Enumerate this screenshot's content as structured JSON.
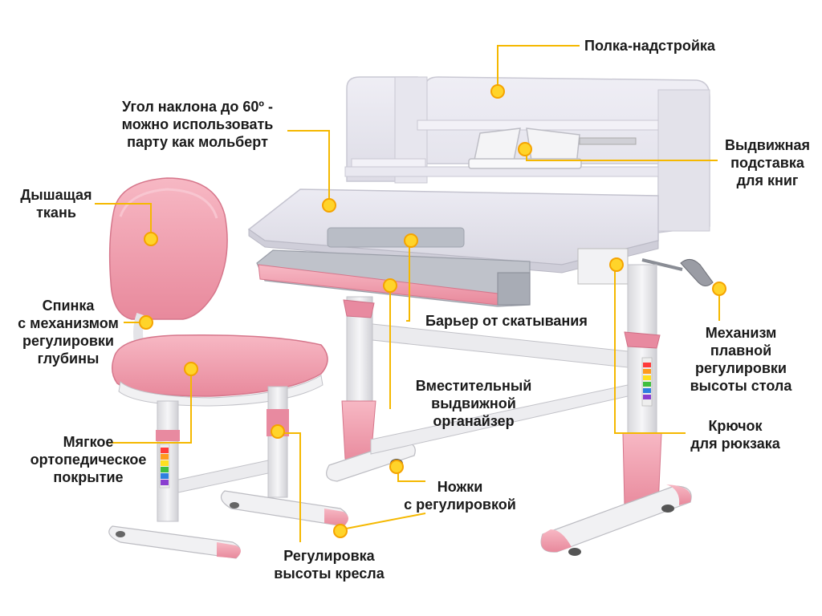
{
  "accent_color": "#f5b800",
  "labels": {
    "shelf": [
      "Полка-надстройка"
    ],
    "tilt": [
      "Угол наклона до 60º -",
      "можно использовать",
      "парту как мольберт"
    ],
    "book_stand": [
      "Выдвижная",
      "подставка",
      "для книг"
    ],
    "fabric": [
      "Дышащая",
      "ткань"
    ],
    "back": [
      "Спинка",
      "с механизмом",
      "регулировки",
      "глубины"
    ],
    "barrier": [
      "Барьер от скатывания"
    ],
    "mechanism": [
      "Механизм",
      "плавной",
      "регулировки",
      "высоты стола"
    ],
    "organizer": [
      "Вместительный",
      "выдвижной",
      "органайзер"
    ],
    "hook": [
      "Крючок",
      "для рюкзака"
    ],
    "cover": [
      "Мягкое",
      "ортопедическое",
      "покрытие"
    ],
    "legs": [
      "Ножки",
      "с регулировкой"
    ],
    "chair_height": [
      "Регулировка",
      "высоты кресла"
    ]
  }
}
